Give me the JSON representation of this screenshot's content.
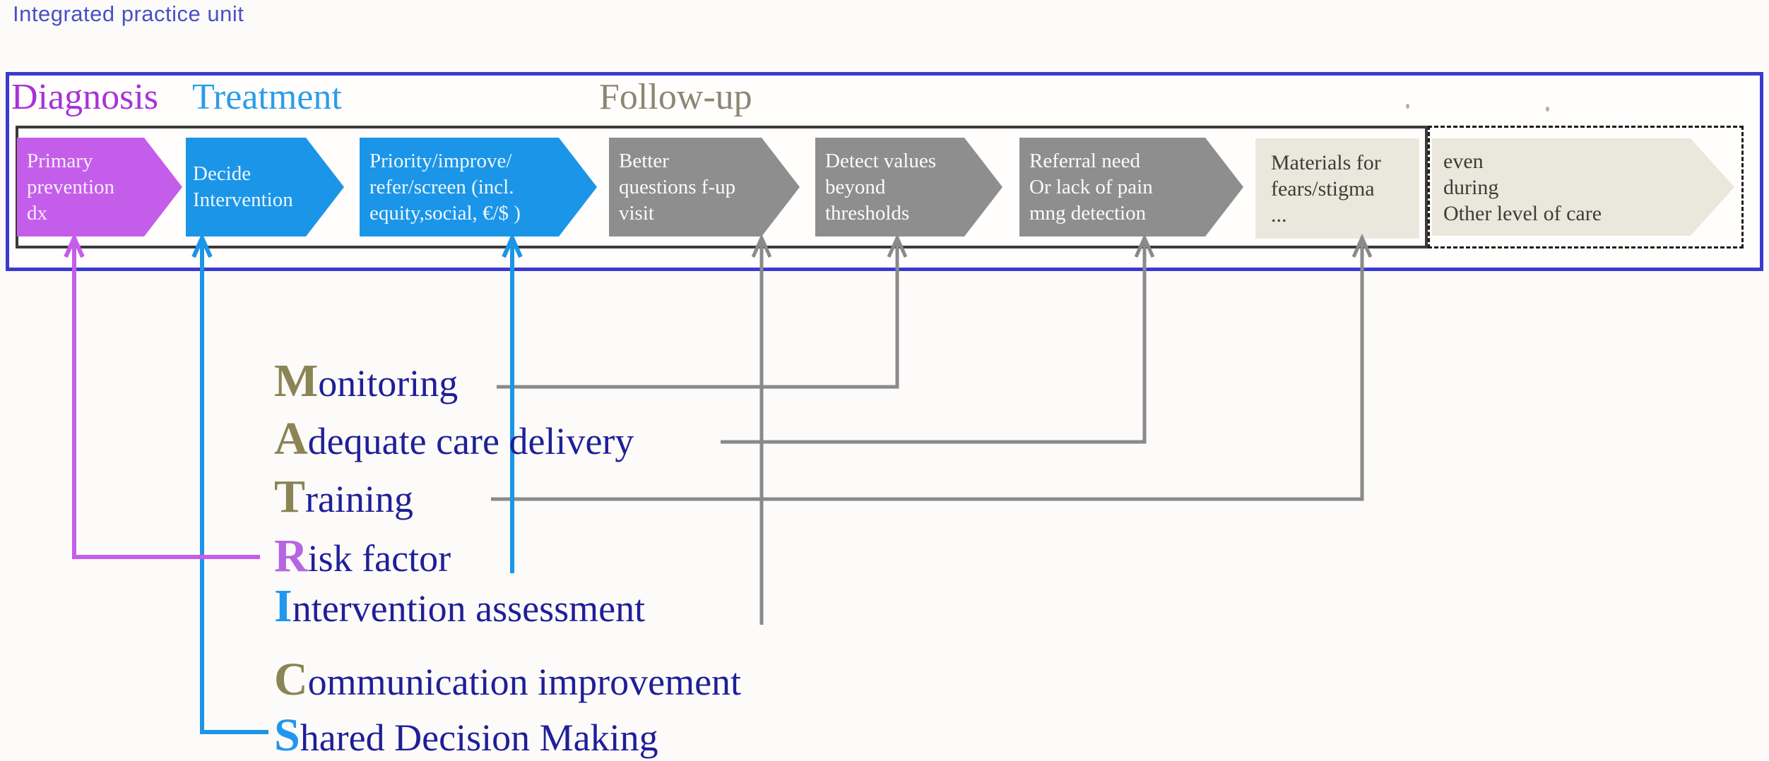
{
  "page": {
    "title": "Integrated practice unit"
  },
  "panel": {
    "headers": [
      {
        "label": "Diagnosis",
        "color": "#a832d8"
      },
      {
        "label": "Treatment",
        "color": "#2b9de8"
      },
      {
        "label": "Follow-up",
        "color": "#8a8772"
      }
    ],
    "steps": [
      {
        "label": "Primary\nprevention\ndx",
        "shape": "chevron",
        "color": "#c55deb"
      },
      {
        "label": "Decide\nIntervention",
        "shape": "chevron",
        "color": "#1b95e8"
      },
      {
        "label": "Priority/improve/\nrefer/screen (incl.\nequity,social, €/$ )",
        "shape": "chevron",
        "color": "#1b95e8"
      },
      {
        "label": "Better\nquestions f-up\nvisit",
        "shape": "chevron",
        "color": "#8e8e8e"
      },
      {
        "label": "Detect values\nbeyond\nthresholds",
        "shape": "chevron",
        "color": "#8e8e8e"
      },
      {
        "label": "Referral need\nOr lack of pain\nmng detection",
        "shape": "chevron",
        "color": "#8e8e8e"
      },
      {
        "label": "Materials for\nfears/stigma\n...",
        "shape": "block",
        "color": "#eae8dd"
      },
      {
        "label": "even\nduring\nOther level of care",
        "shape": "chevron-in-dashed-box",
        "color": "#eae8dd"
      }
    ]
  },
  "matrics": {
    "items": [
      {
        "initial": "M",
        "rest": "onitoring",
        "initial_color": "#8b8455",
        "connects_to_step": 4
      },
      {
        "initial": "A",
        "rest": "dequate care delivery",
        "initial_color": "#8b8455",
        "connects_to_step": 5
      },
      {
        "initial": "T",
        "rest": "raining",
        "initial_color": "#8b8455",
        "connects_to_step": 6
      },
      {
        "initial": "R",
        "rest": "isk factor",
        "initial_color": "#b566e2",
        "connects_to_step": 0
      },
      {
        "initial": "I",
        "rest": "ntervention assessment",
        "initial_color": "#2196f0",
        "connects_to_step": 3
      },
      {
        "initial": "C",
        "rest": "ommunication improvement",
        "initial_color": "#8b8455",
        "connects_to_step": null
      },
      {
        "initial": "S",
        "rest": "hared Decision Making",
        "initial_color": "#2196f0",
        "connects_to_step": 1
      }
    ],
    "extra_connectors": [
      {
        "to_step": 2,
        "color": "#1b95e8",
        "description": "vertical line from Priority/improve chevron ending beside Risk factor row"
      }
    ]
  },
  "colors": {
    "outer_border": "#3a3ace",
    "inner_border": "#3a3a3a",
    "gray_line": "#8a8a8a",
    "blue_line": "#1b95e8",
    "purple_line": "#c55deb",
    "list_text": "#1f1f99",
    "title_text": "#4751c5"
  }
}
